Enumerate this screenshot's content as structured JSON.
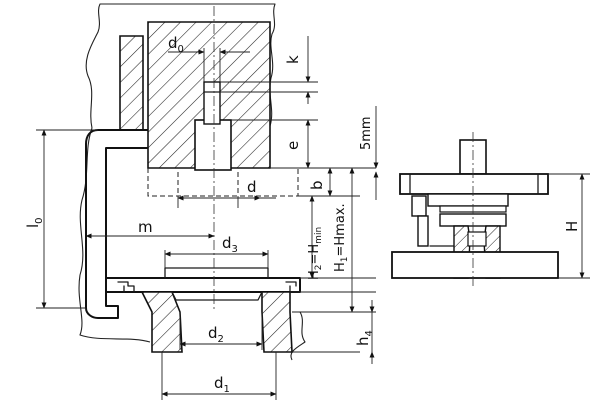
{
  "labels": {
    "d0": "d",
    "d0_sub": "0",
    "k": "k",
    "e": "e",
    "mm5": "5mm",
    "l0": "l",
    "l0_sub": "0",
    "m": "m",
    "d": "d",
    "b": "b",
    "d3": "d",
    "d3_sub": "3",
    "h2": "H",
    "h2_sub": "2",
    "h2_rest": "=H",
    "h2_tail": "min",
    "h1": "H",
    "h1_sub": "1",
    "h1_rest": "=Hmax.",
    "d2": "d",
    "d2_sub": "2",
    "h4": "h",
    "h4_sub": "4",
    "d1": "d",
    "d1_sub": "1",
    "H": "H"
  }
}
